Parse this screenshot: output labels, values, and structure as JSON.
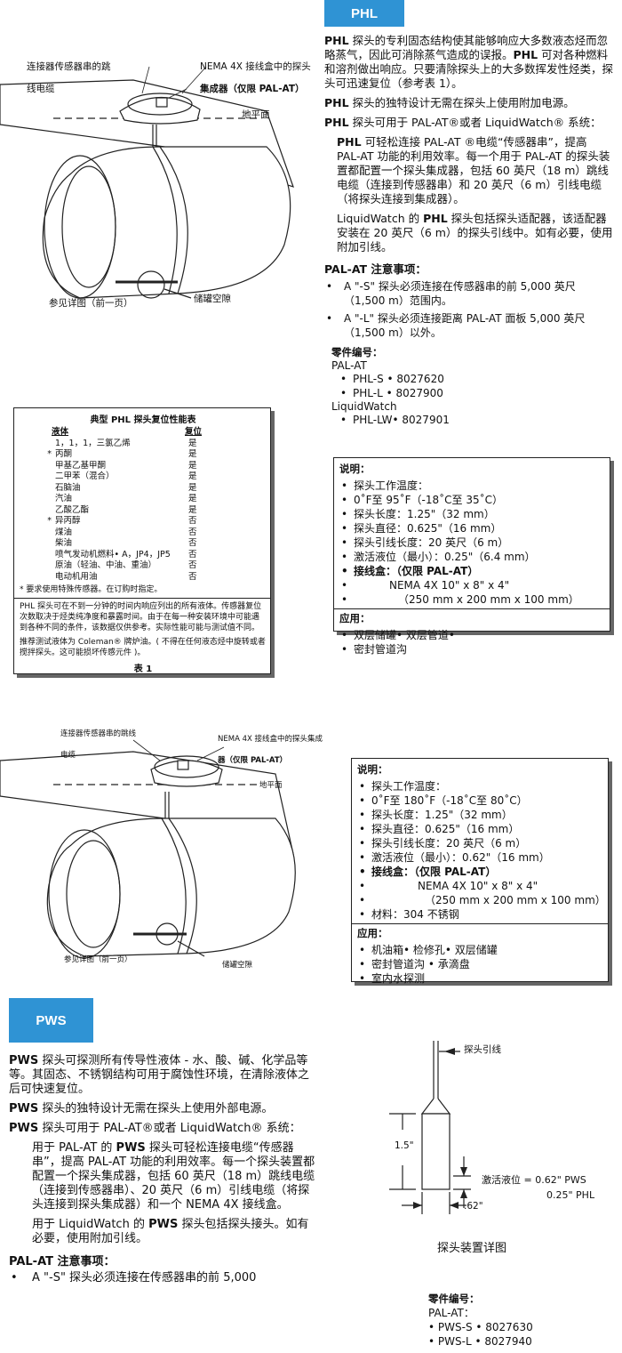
{
  "phl": {
    "tab": "PHL",
    "p1_a": "PHL",
    "p1_b": " 探头的专利固态结构使其能够响应大多数液态烃而忽略蒸气，因此可消除蒸气造成的误报。",
    "p1_c": "PHL",
    "p1_d": " 可对各种燃料和溶剂做出响应。只要清除探头上的大多数挥发性烃类，探头可迅速复位（参考表 1）。",
    "p2_a": "PHL",
    "p2_b": " 探头的独特设计无需在探头上使用附加电源。",
    "p3_a": "PHL",
    "p3_b": " 探头可用于 PAL-AT®或者 LiquidWatch® 系统：",
    "p4_a": "PHL",
    "p4_b": " 可轻松连接 PAL-AT ®电缆“传感器串”，提高 PAL-AT 功能的利用效率。每一个用于 PAL-AT 的探头装置都配置一个探头集成器，包括 60 英尺（18 m）跳线电缆（连接到传感器串）和 20 英尺（6 m）引线电缆（将探头连接到集成器）。",
    "p5_a": "LiquidWatch 的 ",
    "p5_b": "PHL",
    "p5_c": " 探头包括探头适配器，该适配器安装在 20 英尺（6 m）的探头引线中。如有必要，使用附加引线。",
    "pal_note": "PAL-AT 注意事项：",
    "pal_items": [
      "A \"-S\" 探头必须连接在传感器串的前 5,000 英尺（1,500 m）范围内。",
      "A \"-L\" 探头必须连接距离 PAL-AT 面板 5,000 英尺（1,500 m）以外。"
    ],
    "parts_title": "零件编号：",
    "parts_palat": "PAL-AT",
    "parts_items": [
      "PHL-S • 8027620",
      "PHL-L • 8027900"
    ],
    "parts_lw": "LiquidWatch",
    "parts_lw_items": [
      "PHL-LW• 8027901"
    ]
  },
  "diagram1": {
    "label_cable_1": "连接器传感器串的跳",
    "label_cable_2": "线电缆",
    "label_junction": "NEMA 4X 接线盒中的探头",
    "label_integrator": "集成器（仅限 PAL-AT）",
    "label_ground": "地平面",
    "label_detail": "参见详图（前一页）",
    "label_gap": "储罐空隙"
  },
  "table1": {
    "title": "典型 PHL 探头复位性能表",
    "col_liquid": "液体",
    "col_reset": "复位",
    "rows": [
      {
        "name": "1，1，1，三氯乙烯",
        "reset": "是",
        "star": ""
      },
      {
        "name": "丙酮",
        "reset": "是",
        "star": "*"
      },
      {
        "name": "甲基乙基甲酮",
        "reset": "是",
        "star": ""
      },
      {
        "name": "二甲苯（混合）",
        "reset": "是",
        "star": ""
      },
      {
        "name": "石脑油",
        "reset": "是",
        "star": ""
      },
      {
        "name": "汽油",
        "reset": "是",
        "star": ""
      },
      {
        "name": "乙酸乙酯",
        "reset": "是",
        "star": ""
      },
      {
        "name": "异丙醇",
        "reset": "否",
        "star": "*"
      },
      {
        "name": "煤油",
        "reset": "否",
        "star": ""
      },
      {
        "name": "柴油",
        "reset": "否",
        "star": ""
      },
      {
        "name": "喷气发动机燃料• A，JP4，JP5",
        "reset": "否",
        "star": ""
      },
      {
        "name": "原油（轻油、中油、重油）",
        "reset": "否",
        "star": ""
      },
      {
        "name": "电动机用油",
        "reset": "否",
        "star": ""
      }
    ],
    "footnote": "* 要求使用特殊传感器。在订购时指定。",
    "note1": "PHL 探头可在不到一分钟的时间内响应列出的所有液体。传感器复位次数取决于烃类纯净度和暴露时间。由于在每一种安装环境中可能遇到各种不同的条件，该数据仅供参考。实际性能可能与测试值不同。",
    "note2": "推荐测试液体为 Coleman® 牌炉油。( 不得在任何液态烃中旋转或者搅拌探头。这可能损坏传感元件 )。",
    "caption": "表 1"
  },
  "spec1": {
    "title": "说明：",
    "items": [
      "探头工作温度：",
      "0˚F至 95˚F（-18˚C至 35˚C）",
      "探头长度：1.25\"（32 mm）",
      "探头直径：0.625\"（16 mm）",
      "探头引线长度：20 英尺（6 m）",
      "激活液位（最小）：0.25\"（6.4 mm）",
      "接线盒：（仅限 PAL-AT）",
      "NEMA 4X 10\" x 8\" x 4\"",
      "（250 mm x 200 mm x 100 mm）"
    ],
    "app_title": "应用：",
    "app_items": [
      "双层储罐• 双层管道•",
      "密封管道沟"
    ]
  },
  "diagram2": {
    "label_cable_1": "连接器传感器串的跳线",
    "label_cable_2": "电缆",
    "label_junction": "NEMA 4X 接线盒中的探头集成",
    "label_integrator": "器（仅限 PAL-AT）",
    "label_ground": "地平面",
    "label_detail": "参见详图（前一页）",
    "label_gap": "储罐空隙"
  },
  "spec2": {
    "title": "说明：",
    "items": [
      "探头工作温度：",
      "0˚F至 180˚F（-18˚C至 80˚C）",
      "探头长度：1.25\"（32 mm）",
      "探头直径：0.625\"（16 mm）",
      "探头引线长度：20 英尺（6 m）",
      "激活液位（最小）：0.62\"（16 mm）",
      "接线盒：（仅限 PAL-AT）",
      "NEMA 4X 10\" x 8\" x 4\"",
      "（250 mm x 200 mm x 100 mm）",
      "材料：304 不锈钢"
    ],
    "app_title": "应用：",
    "app_items": [
      "机油箱• 检修孔• 双层储罐",
      "密封管道沟 • 承滴盘",
      "室内水探测"
    ]
  },
  "pws": {
    "tab": "PWS",
    "p1_a": "PWS",
    "p1_b": " 探头可探测所有传导性液体 - 水、酸、碱、化学品等等。其固态、不锈钢结构可用于腐蚀性环境，在清除液体之后可快速复位。",
    "p2_a": "PWS",
    "p2_b": " 探头的独特设计无需在探头上使用外部电源。",
    "p3_a": "PWS",
    "p3_b": " 探头可用于 PAL-AT®或者 LiquidWatch® 系统：",
    "p4_a": "用于 PAL-AT 的 ",
    "p4_b": "PWS",
    "p4_c": " 探头可轻松连接电缆“传感器串”，提高 PAL-AT 功能的利用效率。每一个探头装置都配置一个探头集成器，包括 60 英尺（18 m）跳线电缆（连接到传感器串）、20 英尺（6 m）引线电缆（将探头连接到探头集成器）和一个 NEMA 4X 接线盒。",
    "p5_a": "用于 LiquidWatch 的 ",
    "p5_b": "PWS",
    "p5_c": " 探头包括探头接头。如有必要，使用附加引线。",
    "pal_note": "PAL-AT 注意事项：",
    "pal_items": [
      "A \"-S\" 探头必须连接在传感器串的前 5,000"
    ]
  },
  "probe_detail": {
    "label_lead": "探头引线",
    "dim_length": "1.5\"",
    "label_activation": "激活液位 = 0.62\" PWS",
    "label_activation_2": "0.25\" PHL",
    "dim_diameter": ".62\"",
    "caption": "探头装置详图",
    "parts_title": "零件编号：",
    "parts_palat": "PAL-AT：",
    "parts_items": [
      "• PWS-S • 8027630",
      "• PWS-L • 8027940"
    ]
  }
}
